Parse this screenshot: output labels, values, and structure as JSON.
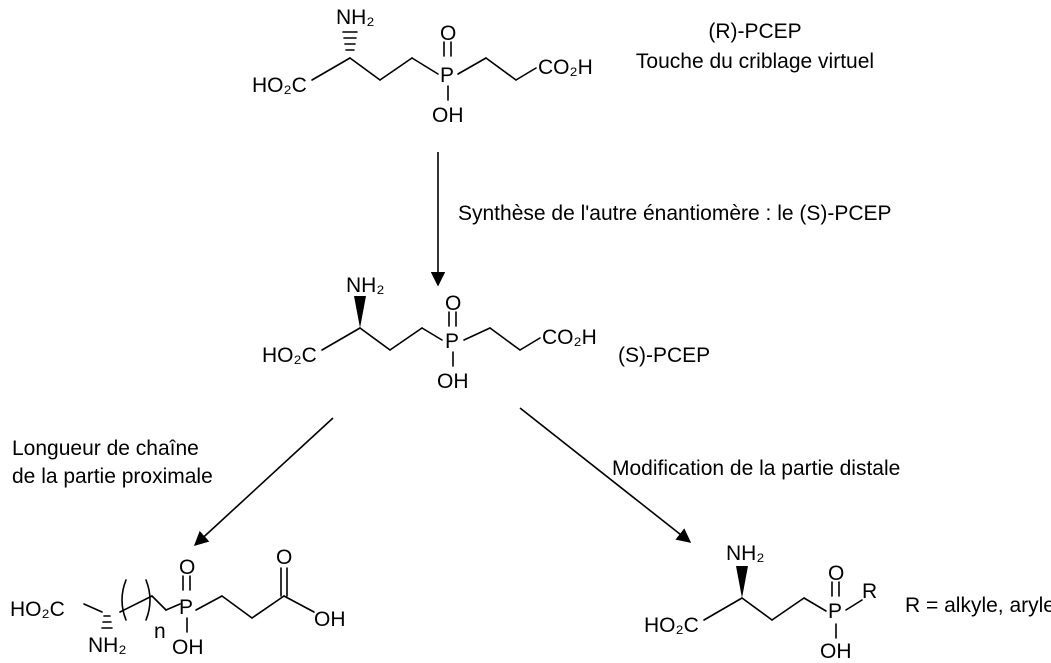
{
  "molecules": {
    "r_pcep": {
      "nh2": "NH₂",
      "ho2c": "HO₂C",
      "o": "O",
      "p": "P",
      "oh": "OH",
      "co2h": "CO₂H"
    },
    "s_pcep": {
      "nh2": "NH₂",
      "ho2c": "HO₂C",
      "o": "O",
      "p": "P",
      "oh": "OH",
      "co2h": "CO₂H"
    },
    "chain_analog": {
      "ho2c": "HO₂C",
      "nh2": "NH₂",
      "n": "n",
      "o": "O",
      "p": "P",
      "oh_p": "OH",
      "o_carbonyl": "O",
      "oh_acid": "OH"
    },
    "distal_analog": {
      "nh2": "NH₂",
      "ho2c": "HO₂C",
      "o": "O",
      "p": "P",
      "r": "R",
      "oh": "OH"
    }
  },
  "captions": {
    "r_pcep_name": "(R)-PCEP",
    "r_pcep_note": "Touche du criblage virtuel",
    "step_synthesis": "Synthèse de l'autre énantiomère : le (S)-PCEP",
    "s_pcep_name": "(S)-PCEP",
    "chain_line1": "Longueur de chaîne",
    "chain_line2": "de la partie proximale",
    "distal": "Modification de la partie distale",
    "r_definition": "R = alkyle, aryle"
  },
  "colors": {
    "ink": "#000000",
    "background": "#ffffff"
  }
}
